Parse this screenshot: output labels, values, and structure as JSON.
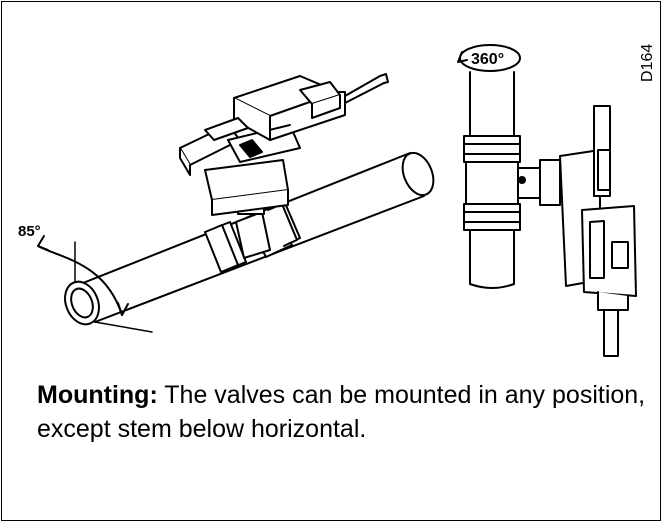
{
  "figure": {
    "code": "D164",
    "angle_tilt": "85°",
    "angle_rotation": "360°"
  },
  "caption": {
    "heading": "Mounting:",
    "text": " The valves can be mounted in any position, except stem below horizontal."
  }
}
